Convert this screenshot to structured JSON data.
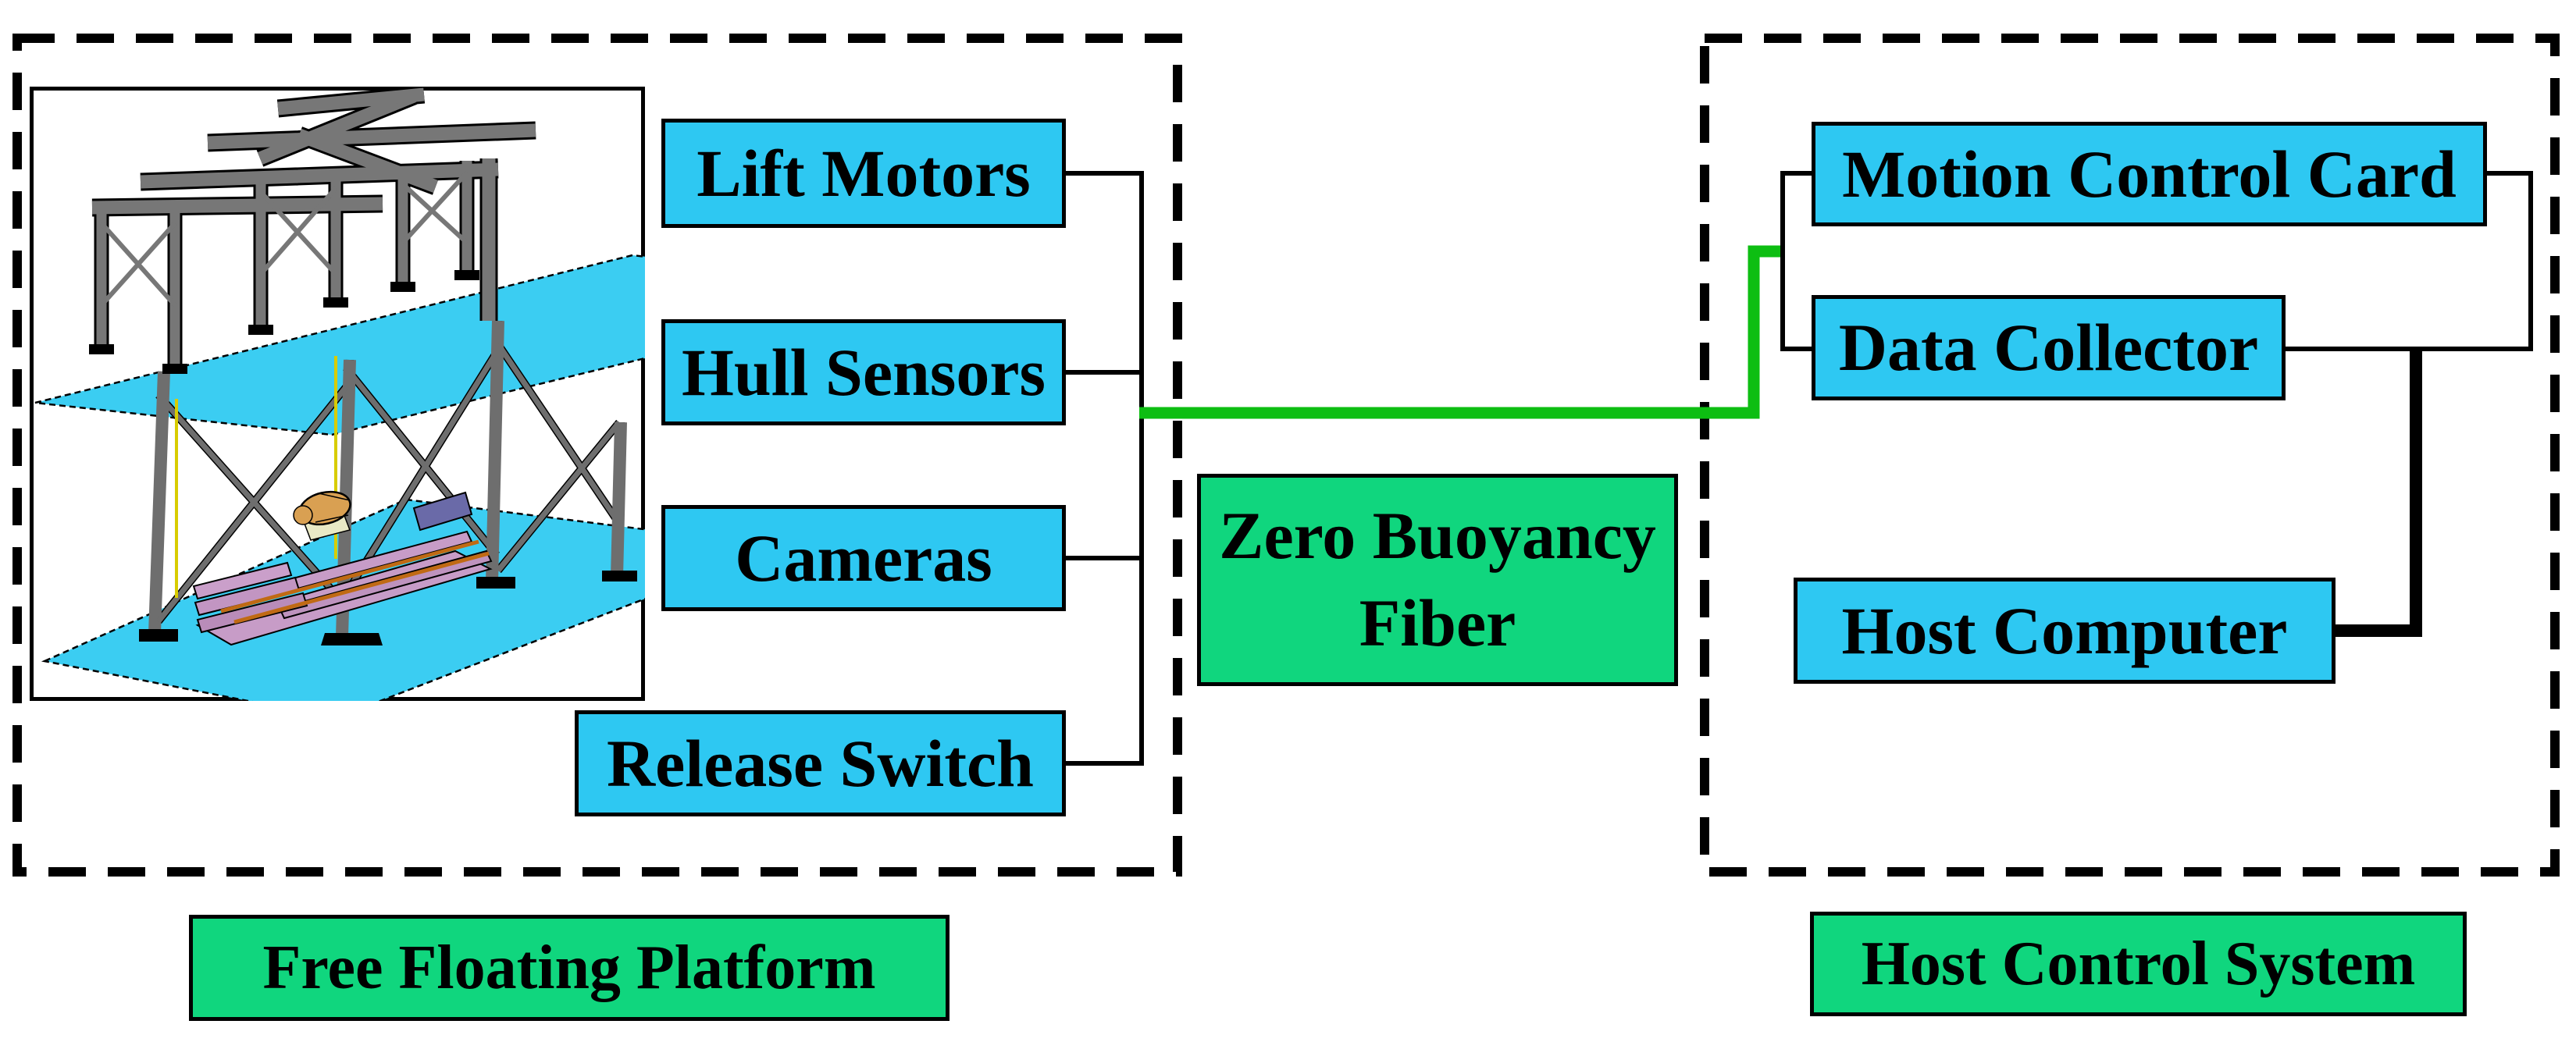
{
  "colors": {
    "cyan_box": "#2EC8F2",
    "green_box": "#10D67E",
    "green_line": "#0DBE12",
    "water": "#3BCDF2",
    "line_black": "#000000",
    "structure_gray": "#6E6E6E",
    "cradle_pink": "#C79CC7",
    "auv_tan": "#D9A052",
    "rail_orange": "#C06A14",
    "block_violet": "#6A6AA8"
  },
  "left_group": {
    "label": "Free Floating Platform",
    "boxes": [
      {
        "label": "Lift Motors"
      },
      {
        "label": "Hull Sensors"
      },
      {
        "label": "Cameras"
      },
      {
        "label": "Release Switch"
      }
    ]
  },
  "fiber_link": {
    "line1": "Zero Buoyancy",
    "line2": "Fiber"
  },
  "right_group": {
    "label": "Host Control System",
    "boxes": [
      {
        "label": "Motion Control Card"
      },
      {
        "label": "Data Collector"
      },
      {
        "label": "Host Computer"
      }
    ]
  }
}
